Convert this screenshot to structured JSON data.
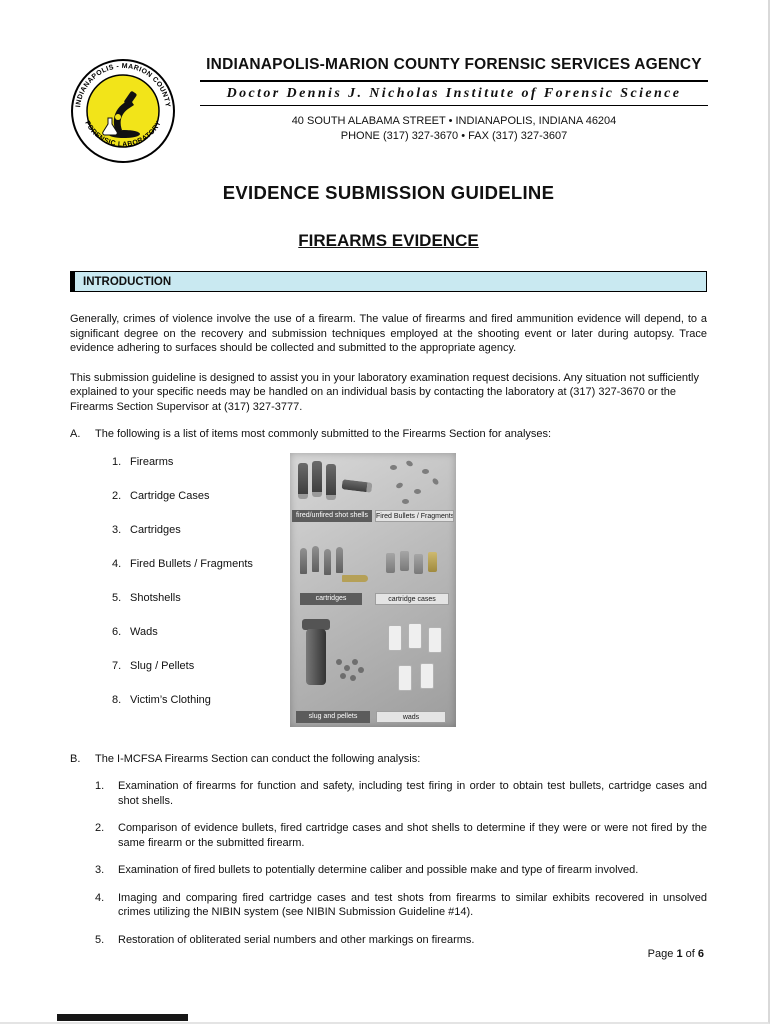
{
  "colors": {
    "intro_box_fill": "#c9e9f1",
    "logo_yellow": "#f2e419",
    "page_background": "#ffffff"
  },
  "logo": {
    "ring_top": "INDIANAPOLIS - MARION COUNTY",
    "ring_bottom": "FORENSIC LABORATORY"
  },
  "header": {
    "agency_title": "INDIANAPOLIS-MARION COUNTY FORENSIC SERVICES AGENCY",
    "institute": "Doctor Dennis J. Nicholas Institute of Forensic Science",
    "address1": "40 SOUTH ALABAMA STREET  •  INDIANAPOLIS, INDIANA  46204",
    "address2": "PHONE (317) 327-3670  •  FAX (317) 327-3607"
  },
  "titles": {
    "main": "EVIDENCE SUBMISSION GUIDELINE",
    "sub": "FIREARMS EVIDENCE"
  },
  "sections": {
    "intro": {
      "title": "INTRODUCTION",
      "paragraphs": [
        "Generally, crimes of violence involve the use of a firearm.  The value of firearms and fired ammunition evidence will depend, to a significant degree on the recovery and submission techniques employed at the shooting event or later during autopsy.  Trace evidence adhering to surfaces should be collected and submitted to the appropriate agency.",
        "This submission guideline is designed to assist you in your laboratory examination request decisions.  Any situation not sufficiently explained to your specific needs may be handled on an individual basis by contacting the laboratory at (317) 327-3670 or the Firearms Section Supervisor at (317) 327-3777."
      ]
    },
    "a": {
      "label": "A.",
      "intro": "The following is a list of items most commonly submitted to the Firearms Section for analyses:",
      "items": [
        {
          "num": "1.",
          "text": "Firearms"
        },
        {
          "num": "2.",
          "text": "Cartridge Cases"
        },
        {
          "num": "3.",
          "text": "Cartridges"
        },
        {
          "num": "4.",
          "text": "Fired Bullets / Fragments"
        },
        {
          "num": "5.",
          "text": "Shotshells"
        },
        {
          "num": "6.",
          "text": "Wads"
        },
        {
          "num": "7.",
          "text": "Slug / Pellets"
        },
        {
          "num": "8.",
          "text": "Victim’s Clothing"
        }
      ]
    },
    "b": {
      "label": "B.",
      "intro": "The I-MCFSA Firearms Section can conduct the following analysis:",
      "items": [
        {
          "num": "1.",
          "text": "Examination of firearms for function and safety, including test firing in order to obtain test bullets, cartridge cases and shot shells."
        },
        {
          "num": "2.",
          "text": "Comparison of evidence bullets, fired cartridge cases and shot shells to determine if they were or were not fired by the same firearm or the submitted firearm."
        },
        {
          "num": "3.",
          "text": "Examination of fired bullets to potentially determine caliber and possible make and type of firearm involved."
        },
        {
          "num": "4.",
          "text": "Imaging and comparing fired cartridge cases and test shots from firearms to similar exhibits recovered in unsolved crimes utilizing the NIBIN system (see NIBIN Submission Guideline #14)."
        },
        {
          "num": "5.",
          "text": "Restoration of obliterated serial numbers and other markings on firearms."
        }
      ]
    }
  },
  "photo": {
    "labels": {
      "shot_shells": "fired/unfired shot shells",
      "fired_bullets": "Fired Bullets / Fragments",
      "cartridges": "cartridges",
      "cartridge_cases": "cartridge cases",
      "slug_pellets": "slug and pellets",
      "wads": "wads"
    }
  },
  "footer": {
    "word": "Page",
    "page": "1",
    "of": "of",
    "total": "6"
  }
}
